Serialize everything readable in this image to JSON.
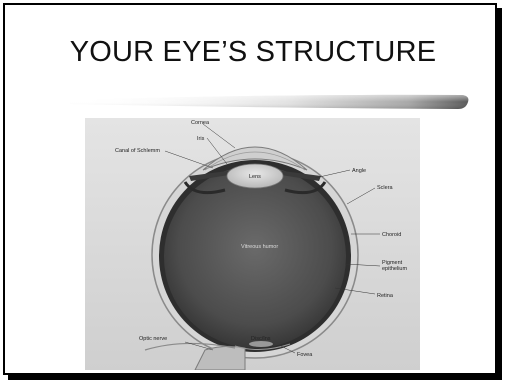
{
  "slide": {
    "title": "YOUR EYE’S STRUCTURE"
  },
  "diagram": {
    "labels": {
      "cornea": "Cornea",
      "iris": "Iris",
      "canal": "Canal of Schlemm",
      "lens": "Lens",
      "angle": "Angle",
      "sclera": "Sclera",
      "vitreous": "Vitreous humor",
      "choroid": "Choroid",
      "pigment_1": "Pigment",
      "pigment_2": "epithelium",
      "retina": "Retina",
      "disc": "Disc/Ins",
      "optic": "Optic nerve",
      "fovea": "Fovea"
    }
  }
}
